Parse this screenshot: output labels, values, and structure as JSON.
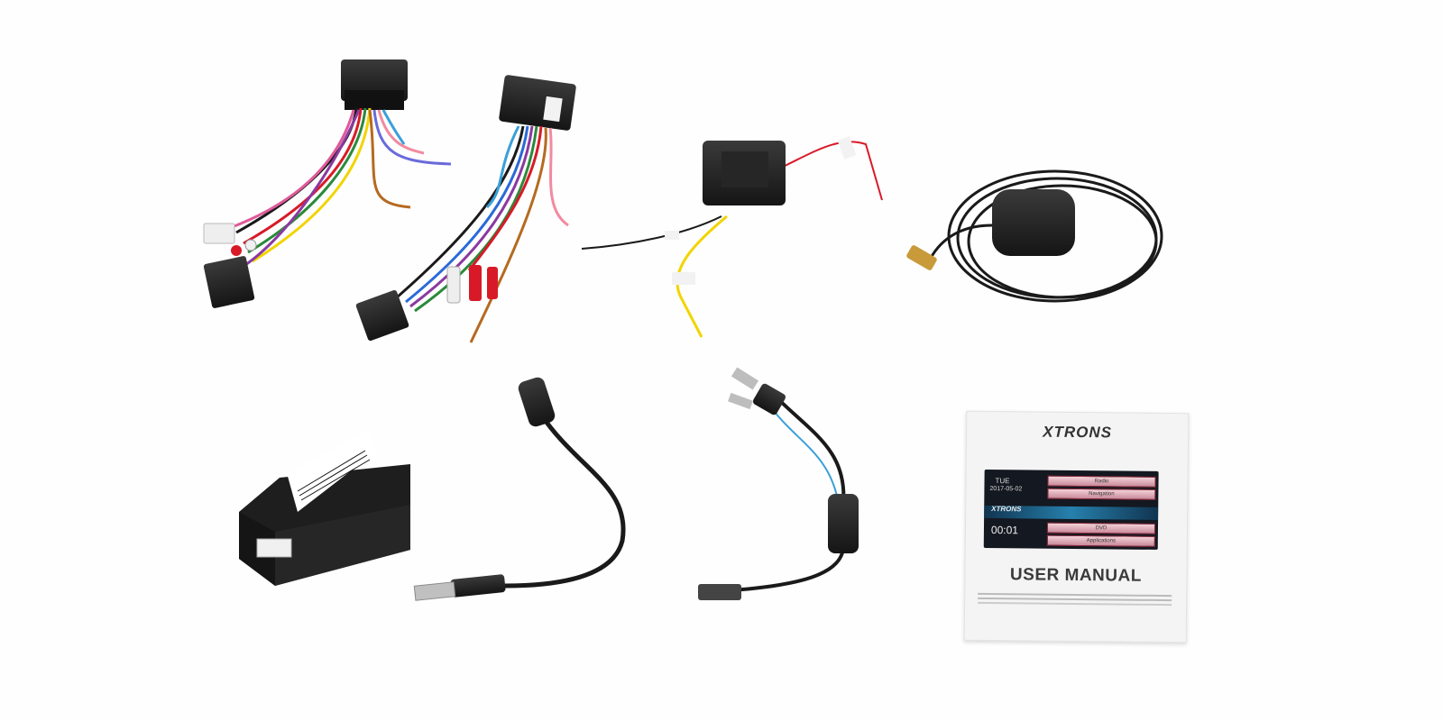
{
  "scene": {
    "background": "#fefefe",
    "items": [
      {
        "name": "iso-wiring-harness-left"
      },
      {
        "name": "iso-wiring-harness-right"
      },
      {
        "name": "power-filter-box"
      },
      {
        "name": "gps-antenna"
      },
      {
        "name": "can-bus-decoder-box"
      },
      {
        "name": "usb-extension-cable"
      },
      {
        "name": "radio-antenna-adapter"
      },
      {
        "name": "user-manual-booklet"
      }
    ]
  },
  "manual": {
    "brand": "XTRONS",
    "screen_day": "TUE",
    "screen_date": "2017-05-02",
    "screen_logo": "XTRONS",
    "screen_time": "00:01",
    "menu": [
      "Radio",
      "Navigation",
      "DVD",
      "Applications"
    ],
    "title": "USER MANUAL"
  },
  "colors": {
    "box_black": "#1f1f1f",
    "cable_black": "#1a1a1a",
    "wire_yellow": "#f2d400",
    "wire_red": "#d81a28",
    "wire_pink": "#f28aa0",
    "brass": "#c89a3a"
  }
}
